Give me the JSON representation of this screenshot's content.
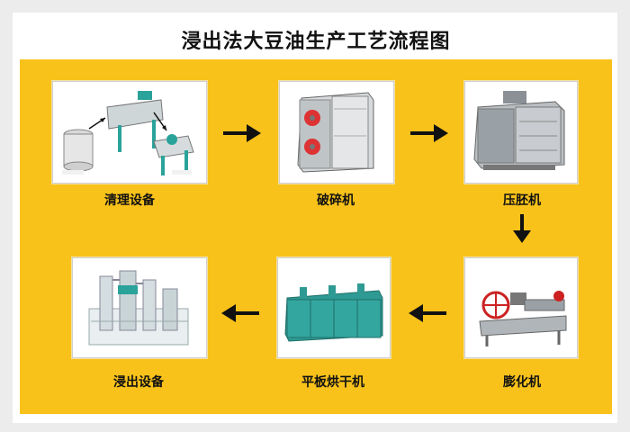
{
  "title": "浸出法大豆油生产工艺流程图",
  "colors": {
    "panel": "#f8c21a",
    "card_bg": "#ffffff",
    "arrow": "#111111",
    "machine_teal": "#2aa39a",
    "machine_grey": "#9ea4a8"
  },
  "steps": [
    {
      "label": "清理设备",
      "image": "cleaning-equipment-illustration"
    },
    {
      "label": "破碎机",
      "image": "crusher-illustration"
    },
    {
      "label": "压胚机",
      "image": "flaking-mill-illustration"
    },
    {
      "label": "膨化机",
      "image": "extruder-illustration"
    },
    {
      "label": "平板烘干机",
      "image": "flat-dryer-illustration"
    },
    {
      "label": "浸出设备",
      "image": "extraction-equipment-illustration"
    }
  ]
}
